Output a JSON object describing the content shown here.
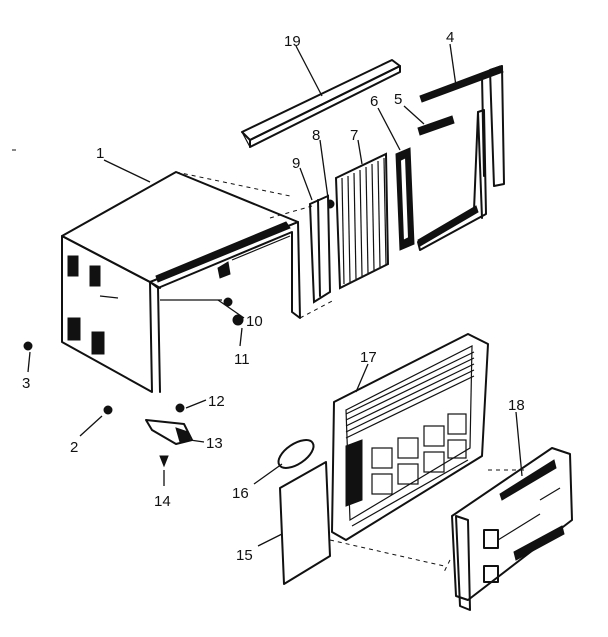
{
  "labels": {
    "p1": "1",
    "p2": "2",
    "p3": "3",
    "p4": "4",
    "p5": "5",
    "p6": "6",
    "p7": "7",
    "p8": "8",
    "p9": "9",
    "p10": "10",
    "p11": "11",
    "p12": "12",
    "p13": "13",
    "p14": "14",
    "p15": "15",
    "p16": "16",
    "p17": "17",
    "p18": "18",
    "p19": "19"
  }
}
